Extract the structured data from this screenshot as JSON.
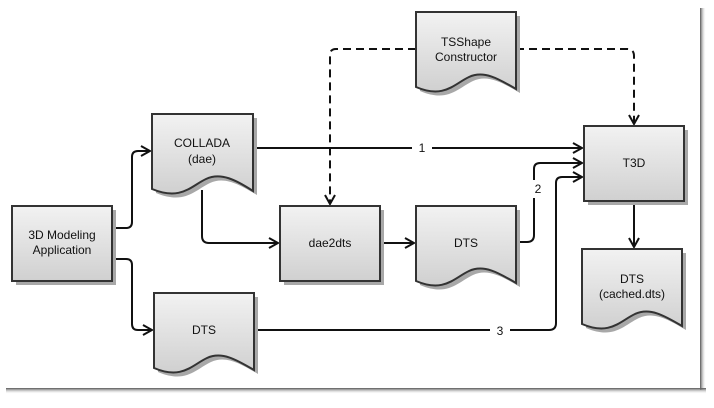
{
  "diagram": {
    "nodes": {
      "modeling_app": {
        "line1": "3D Modeling",
        "line2": "Application"
      },
      "collada": {
        "line1": "COLLADA",
        "line2": "(dae)"
      },
      "tsshape": {
        "line1": "TSShape",
        "line2": "Constructor"
      },
      "dae2dts": {
        "label": "dae2dts"
      },
      "dts_mid": {
        "label": "DTS"
      },
      "dts_bottom": {
        "label": "DTS"
      },
      "t3d": {
        "label": "T3D"
      },
      "dts_cached": {
        "line1": "DTS",
        "line2": "(cached.dts)"
      }
    },
    "edge_labels": {
      "path1": "1",
      "path2": "2",
      "path3": "3"
    },
    "colors": {
      "stroke": "#222222",
      "fill_top": "#f2f2f2",
      "fill_bottom": "#d2d2d2",
      "shadow": "#a8a8a8"
    }
  }
}
